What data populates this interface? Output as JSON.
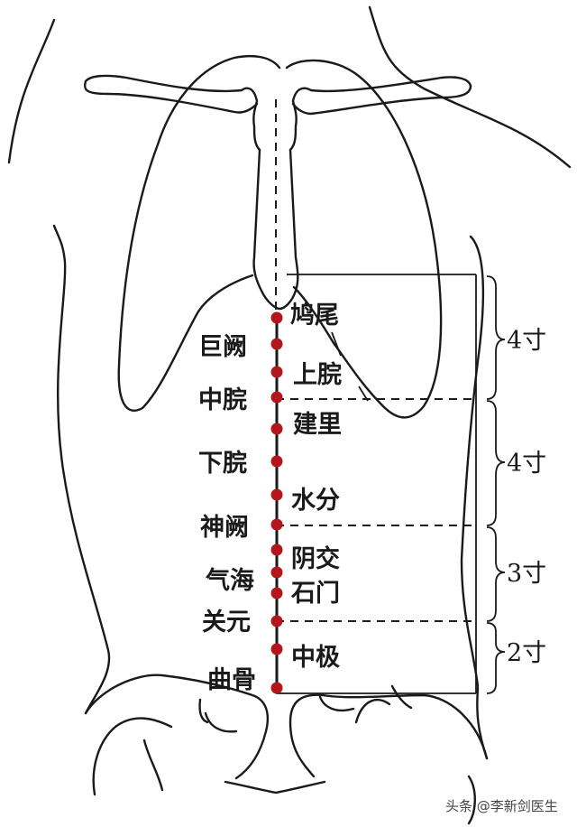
{
  "points": {
    "jiuwei": "鸠尾",
    "juque": "巨阙",
    "shangwan": "上脘",
    "zhongwan": "中脘",
    "jianli": "建里",
    "xiawan": "下脘",
    "shuifen": "水分",
    "shenque": "神阙",
    "yinjiao": "阴交",
    "qihai": "气海",
    "shimen": "石门",
    "guanyuan": "关元",
    "zhongji": "中极",
    "qugu": "曲骨"
  },
  "measurements": {
    "upper": "4寸",
    "middle": "4寸",
    "lower": "3寸",
    "bottom": "2寸"
  },
  "watermark": "头条 @李新剑医生",
  "colors": {
    "acupoint": "#b3161b",
    "line": "#1a1a1a"
  }
}
